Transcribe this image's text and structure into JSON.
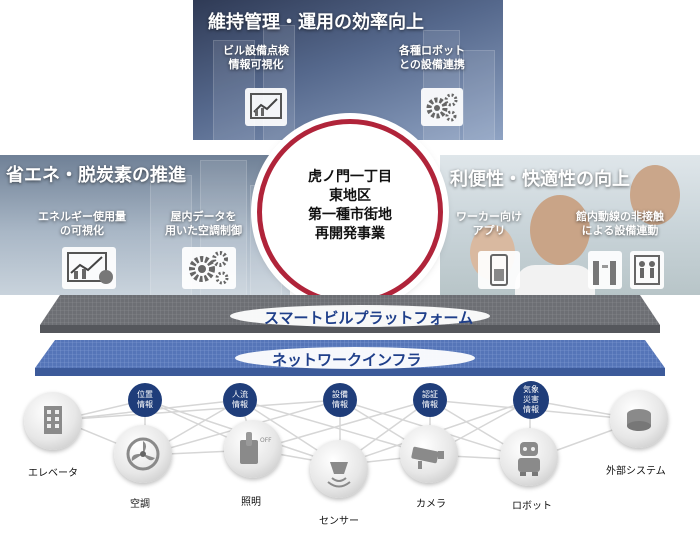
{
  "center": {
    "lines": [
      "虎ノ門一丁目",
      "東地区",
      "第一種市街地",
      "再開発事業"
    ]
  },
  "panels": {
    "top": {
      "title": "維持管理・運用の効率向上",
      "items": [
        {
          "lines": [
            "ビル設備点検",
            "情報可視化"
          ],
          "icon": "chart-icon"
        },
        {
          "lines": [
            "各種ロボット",
            "との設備連携"
          ],
          "icon": "gears-icon"
        }
      ]
    },
    "left": {
      "title": "省エネ・脱炭素の推進",
      "items": [
        {
          "lines": [
            "エネルギー使用量",
            "の可視化"
          ],
          "icon": "chart-icon"
        },
        {
          "lines": [
            "屋内データを",
            "用いた空調制御"
          ],
          "icon": "gears-icon"
        }
      ]
    },
    "right": {
      "title": "利便性・快適性の向上",
      "items": [
        {
          "lines": [
            "ワーカー向け",
            "アプリ"
          ],
          "icon": "smartphone-icon"
        },
        {
          "lines": [
            "館内動線の非接触",
            "による設備連動"
          ],
          "icon": "gate-elevator-icon"
        }
      ]
    }
  },
  "platforms": {
    "smart_building": "スマートビルプラットフォーム",
    "network": "ネットワークインフラ"
  },
  "info_nodes": [
    {
      "lines": [
        "位置",
        "情報"
      ]
    },
    {
      "lines": [
        "人流",
        "情報"
      ]
    },
    {
      "lines": [
        "設備",
        "情報"
      ]
    },
    {
      "lines": [
        "認証",
        "情報"
      ]
    },
    {
      "lines": [
        "気象",
        "災害",
        "情報"
      ]
    }
  ],
  "devices": [
    {
      "label": "エレベータ",
      "icon": "elevator-icon"
    },
    {
      "label": "空調",
      "icon": "fan-icon"
    },
    {
      "label": "照明",
      "icon": "light-switch-icon"
    },
    {
      "label": "センサー",
      "icon": "sensor-icon"
    },
    {
      "label": "カメラ",
      "icon": "camera-icon"
    },
    {
      "label": "ロボット",
      "icon": "robot-icon"
    },
    {
      "label": "外部システム",
      "icon": "database-icon"
    }
  ],
  "colors": {
    "accent_ring": "#b0243a",
    "node": "#1f3d7a",
    "platform_text": "#1f3f8a"
  }
}
